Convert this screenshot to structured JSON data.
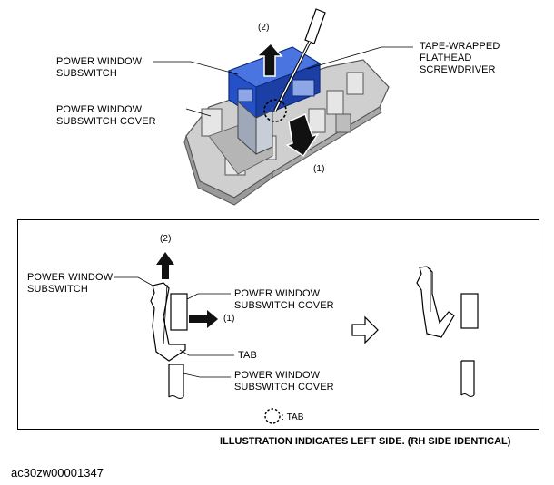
{
  "top_illustration": {
    "label_power_window_subswitch": [
      "POWER WINDOW",
      "SUBSWITCH"
    ],
    "label_power_window_subswitch_cover": [
      "POWER WINDOW",
      "SUBSWITCH COVER"
    ],
    "label_screwdriver": [
      "TAPE-WRAPPED",
      "FLATHEAD",
      "SCREWDRIVER"
    ],
    "step_up": "(2)",
    "step_push": "(1)"
  },
  "detail_box": {
    "step_up": "(2)",
    "step_push": "(1)",
    "label_power_window_subswitch": [
      "POWER WINDOW",
      "SUBSWITCH"
    ],
    "label_cover_upper": [
      "POWER WINDOW",
      "SUBSWITCH COVER"
    ],
    "label_tab": "TAB",
    "label_cover_lower": [
      "POWER WINDOW",
      "SUBSWITCH COVER"
    ],
    "legend_tab": ": TAB"
  },
  "note": "ILLUSTRATION INDICATES LEFT SIDE. (RH SIDE IDENTICAL)",
  "document_id": "ac30zw00001347",
  "colors": {
    "subswitch_blue": "#2450c8",
    "cover_gray": "#c8c8c8",
    "outline": "#000000"
  }
}
